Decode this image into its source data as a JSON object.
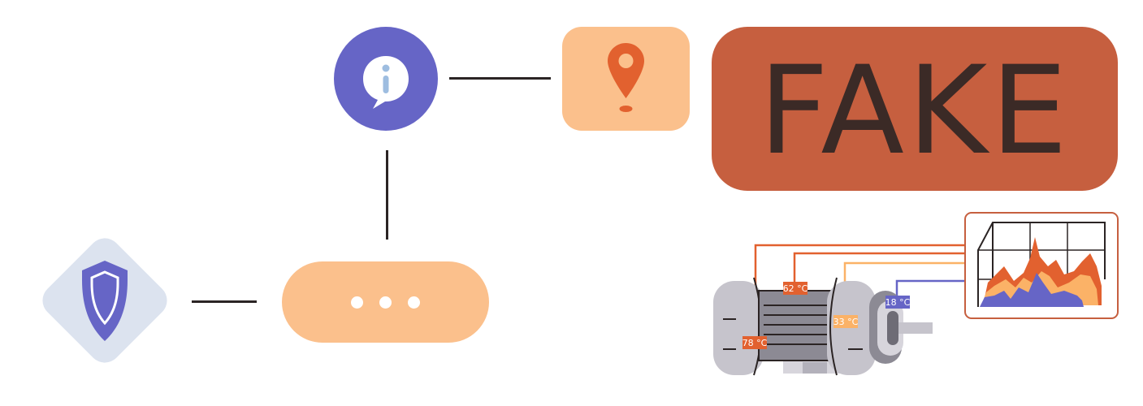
{
  "banner": {
    "text": "FAKE"
  },
  "colors": {
    "indigo": "#6665c6",
    "peach": "#fbc08c",
    "rust": "#c65f3f",
    "orange": "#e2612f",
    "dark": "#3b2a26",
    "diamond_bg": "#dce3ef",
    "motor_gray": "#c6c4cc"
  },
  "icons": {
    "info": "info-speech-bubble-icon",
    "pin": "location-pin-icon",
    "shield": "shield-icon",
    "more": "more-dots-icon",
    "motor": "electric-motor-icon",
    "chart": "area-chart-icon"
  },
  "motor": {
    "sensors": [
      {
        "label": "62 °C",
        "color": "#e2612f"
      },
      {
        "label": "18 °C",
        "color": "#6665c6"
      },
      {
        "label": "33 °C",
        "color": "#fbb267"
      },
      {
        "label": "78 °C",
        "color": "#e2612f"
      }
    ]
  }
}
